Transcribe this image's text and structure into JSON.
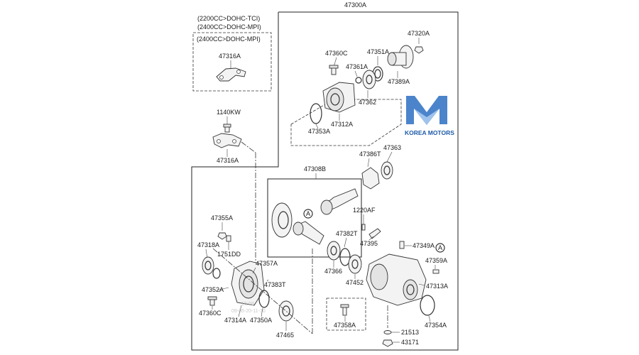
{
  "assembly_label": "47300A",
  "engine_notes": [
    "(2200CC>DOHC-TCI)",
    "(2400CC>DOHC-MPI)",
    "(2400CC>DOHC-MPI)"
  ],
  "brand": {
    "name": "KOREA MOTORS",
    "color": "#1e5aa8",
    "accent": "#2c6fc2"
  },
  "watermark": [
    "10-09",
    "09-05-20-11-10"
  ],
  "parts": {
    "p47316A_top": "47316A",
    "p1140KW": "1140KW",
    "p47316A": "47316A",
    "p47360C_top": "47360C",
    "p47351A": "47351A",
    "p47320A": "47320A",
    "p47361A": "47361A",
    "p47389A": "47389A",
    "p47362": "47362",
    "p47353A": "47353A",
    "p47312A": "47312A",
    "p47363": "47363",
    "p47386T": "47386T",
    "p47308B": "47308B",
    "p1220AF": "1220AF",
    "p47355A": "47355A",
    "p47382T": "47382T",
    "p47395": "47395",
    "p47318A": "47318A",
    "p1751DD": "1751DD",
    "p47349A": "47349A",
    "p47359A": "47359A",
    "p47366": "47366",
    "p47357A": "47357A",
    "p47452": "47452",
    "p47383T": "47383T",
    "p47313A": "47313A",
    "p47352A": "47352A",
    "p47360C": "47360C",
    "p47314A": "47314A",
    "p47350A": "47350A",
    "p47358A": "47358A",
    "p47354A": "47354A",
    "p47465": "47465",
    "p21513": "21513",
    "p43171": "43171"
  },
  "callout": "A"
}
